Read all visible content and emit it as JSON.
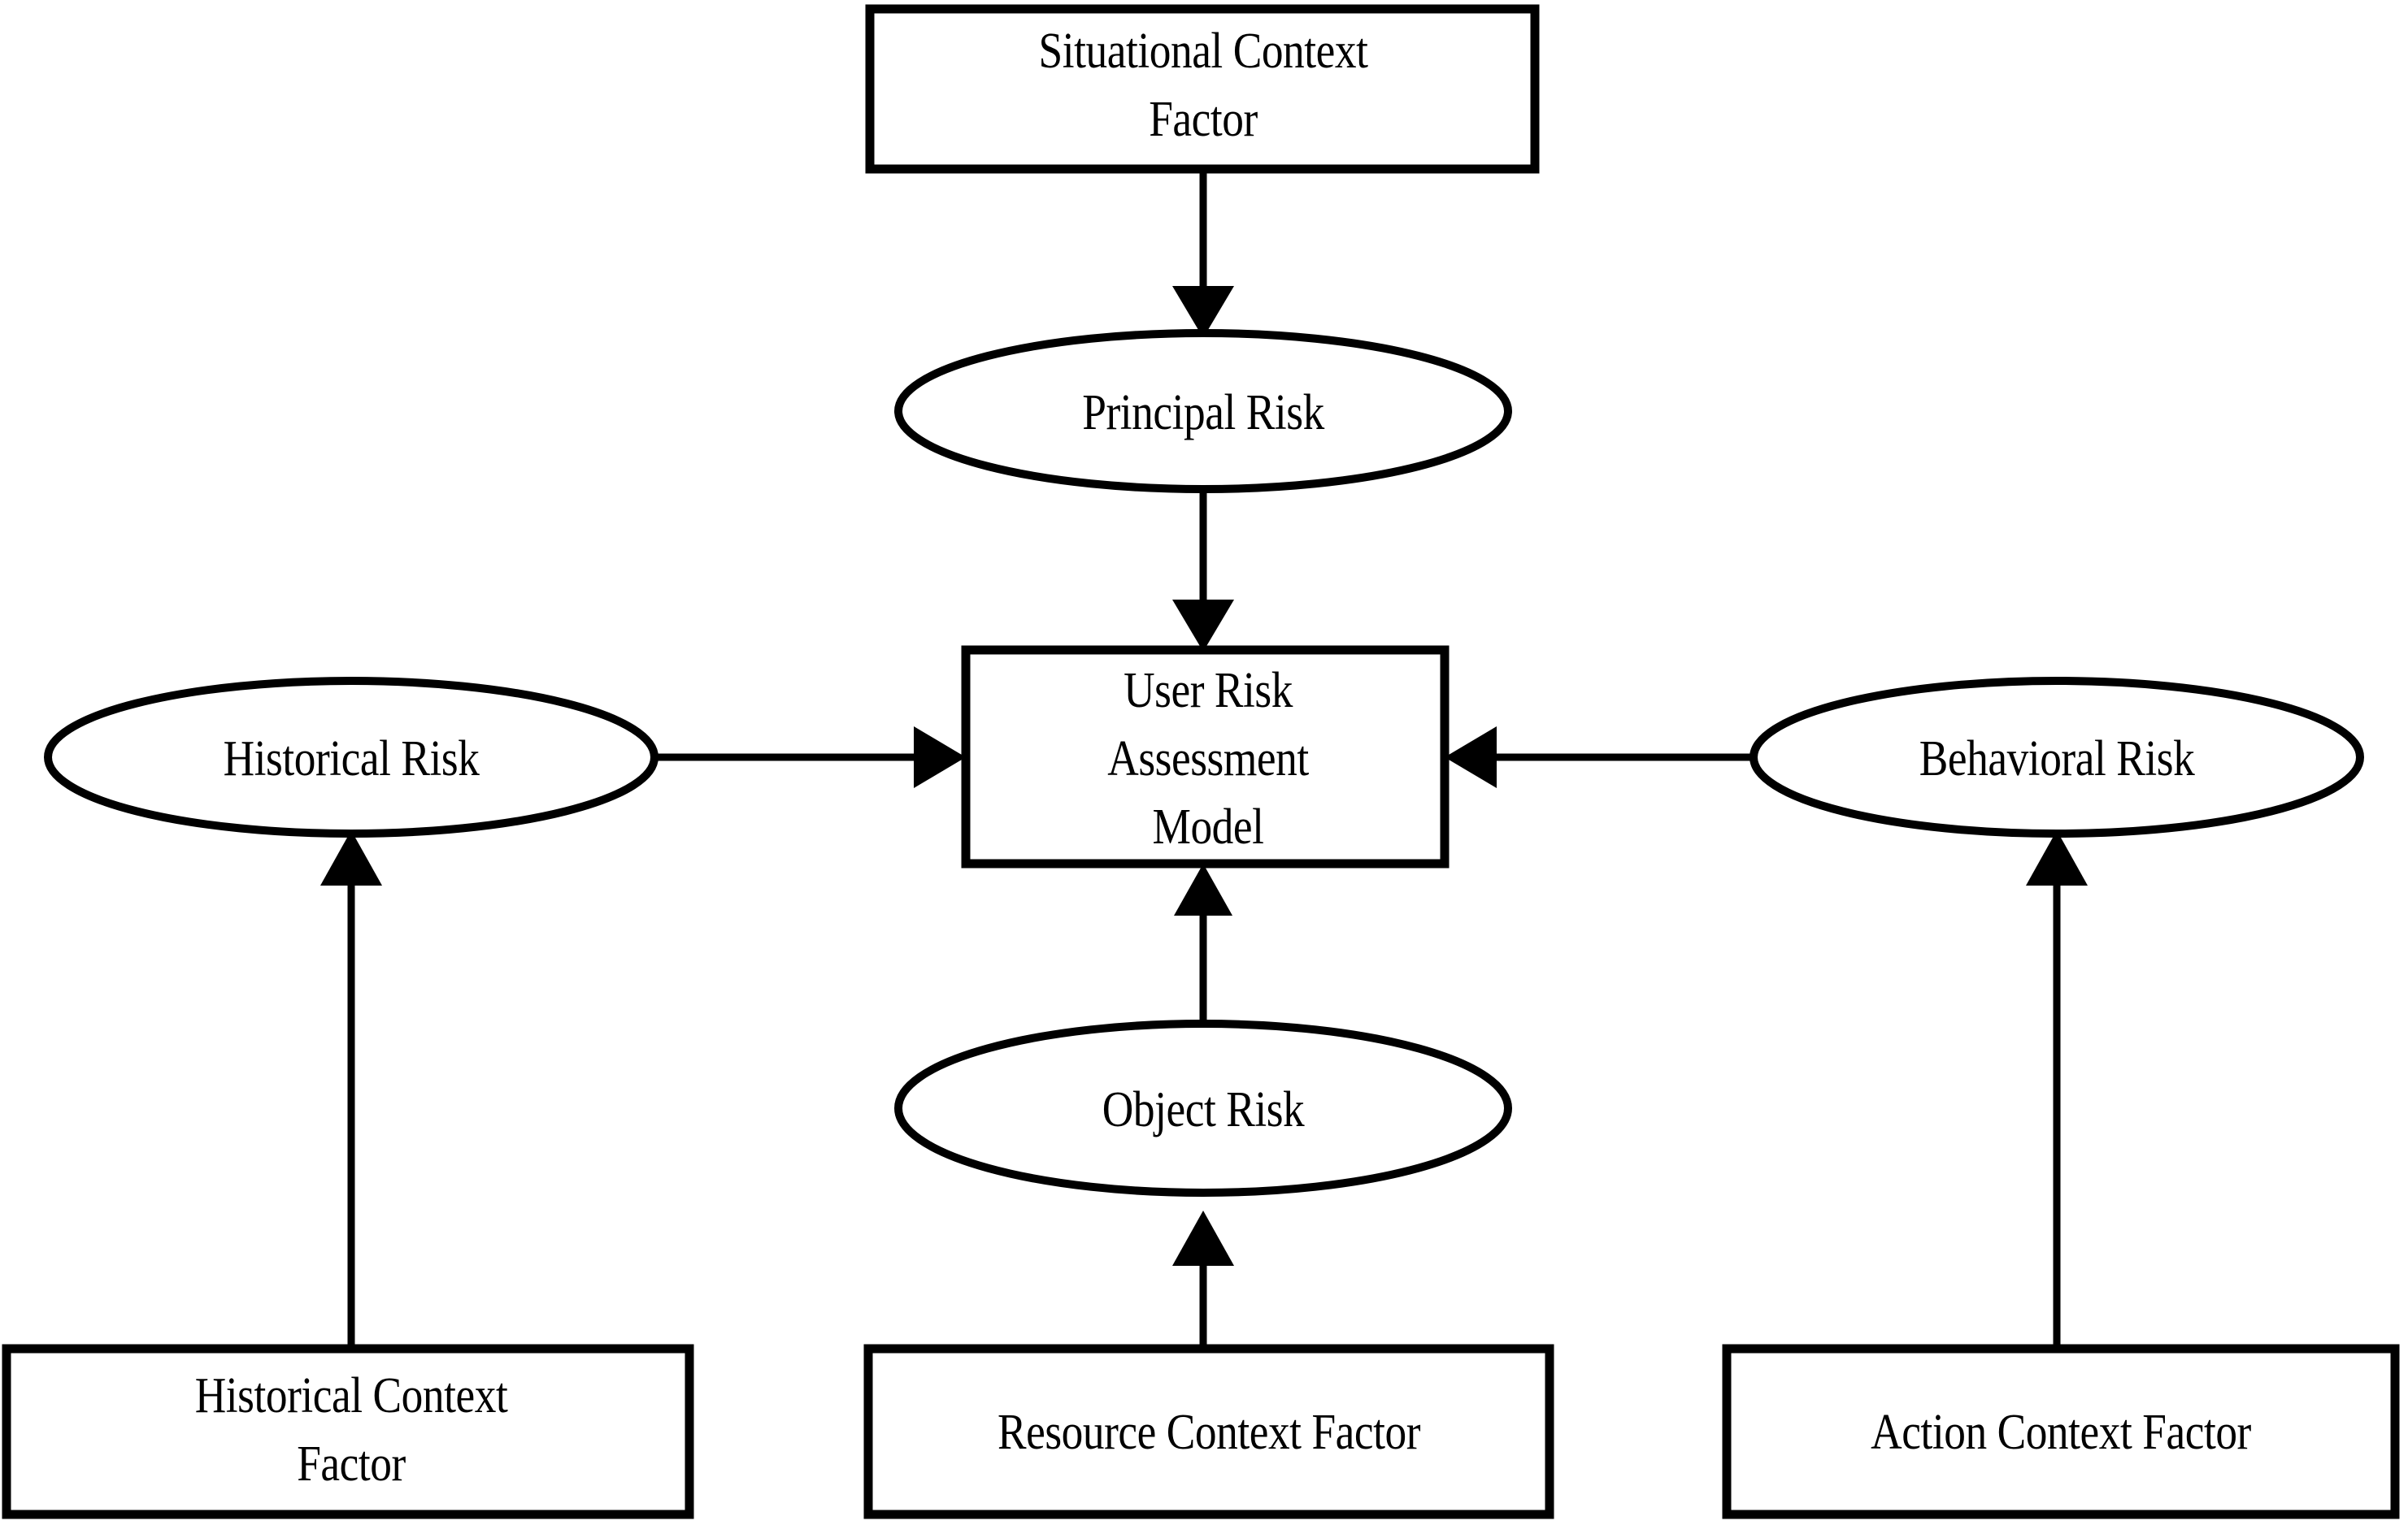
{
  "diagram": {
    "title": "User Risk Assessment Model",
    "type": "flowchart",
    "background_color": "#ffffff",
    "line_color": "#000000",
    "text_color": "#000000",
    "nodes": {
      "situational_context_factor": {
        "label_line1": "Situational Context",
        "label_line2": "Factor",
        "shape": "rectangle"
      },
      "principal_risk": {
        "label": "Principal Risk",
        "shape": "ellipse"
      },
      "user_risk_assessment_model": {
        "label_line1": "User Risk",
        "label_line2": "Assessment",
        "label_line3": "Model",
        "shape": "rectangle"
      },
      "historical_risk": {
        "label": "Historical Risk",
        "shape": "ellipse"
      },
      "behavioral_risk": {
        "label": "Behavioral Risk",
        "shape": "ellipse"
      },
      "object_risk": {
        "label": "Object Risk",
        "shape": "ellipse"
      },
      "historical_context_factor": {
        "label_line1": "Historical Context",
        "label_line2": "Factor",
        "shape": "rectangle"
      },
      "resource_context_factor": {
        "label": "Resource Context Factor",
        "shape": "rectangle"
      },
      "action_context_factor": {
        "label": "Action Context Factor",
        "shape": "rectangle"
      }
    },
    "edges": [
      {
        "from": "situational_context_factor",
        "to": "principal_risk",
        "direction": "down"
      },
      {
        "from": "principal_risk",
        "to": "user_risk_assessment_model",
        "direction": "down"
      },
      {
        "from": "historical_risk",
        "to": "user_risk_assessment_model",
        "direction": "right"
      },
      {
        "from": "behavioral_risk",
        "to": "user_risk_assessment_model",
        "direction": "left"
      },
      {
        "from": "object_risk",
        "to": "user_risk_assessment_model",
        "direction": "up"
      },
      {
        "from": "historical_context_factor",
        "to": "historical_risk",
        "direction": "up"
      },
      {
        "from": "resource_context_factor",
        "to": "object_risk",
        "direction": "up"
      },
      {
        "from": "action_context_factor",
        "to": "behavioral_risk",
        "direction": "up"
      }
    ]
  }
}
